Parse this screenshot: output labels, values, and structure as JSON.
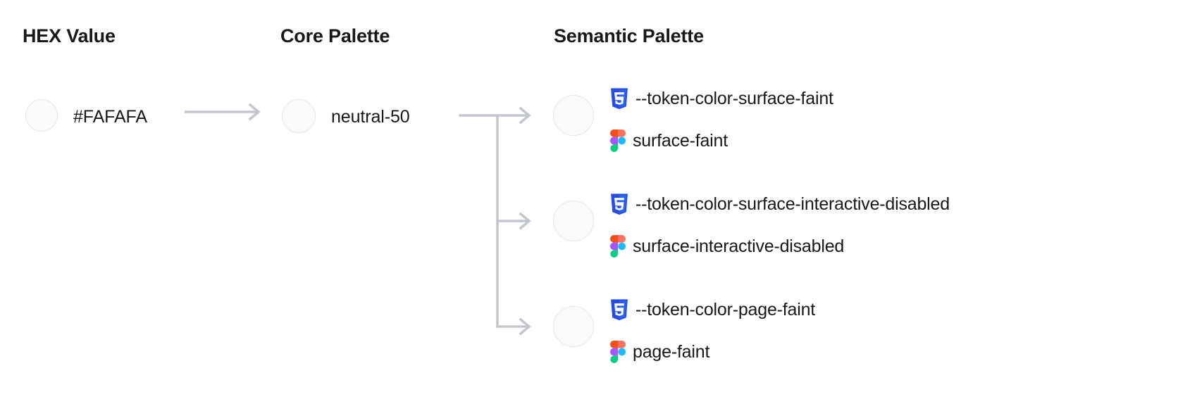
{
  "columns": [
    {
      "id": "hex",
      "title": "HEX Value"
    },
    {
      "id": "core",
      "title": "Core Palette"
    },
    {
      "id": "semantic",
      "title": "Semantic Palette"
    }
  ],
  "hex": {
    "value": "#FAFAFA",
    "swatch_color": "#FAFAFA"
  },
  "core": {
    "value": "neutral-50",
    "swatch_color": "#FAFAFA"
  },
  "semantic": {
    "swatch_color": "#FAFAFA",
    "items": [
      {
        "css_icon": "css3-icon",
        "css_token": "--token-color-surface-faint",
        "figma_icon": "figma-icon",
        "figma_token": "surface-faint"
      },
      {
        "css_icon": "css3-icon",
        "css_token": "--token-color-surface-interactive-disabled",
        "figma_icon": "figma-icon",
        "figma_token": "surface-interactive-disabled"
      },
      {
        "css_icon": "css3-icon",
        "css_token": "--token-color-page-faint",
        "figma_icon": "figma-icon",
        "figma_token": "page-faint"
      }
    ]
  },
  "colors": {
    "text": "#18181b",
    "swatch_fill": "#FAFAFA",
    "swatch_border": "#E6E6EA",
    "connector": "#C3C6CE",
    "css_blue": "#264DE4",
    "css_blue_light": "#2965F1",
    "figma_red": "#F24E1E",
    "figma_orange": "#FF7262",
    "figma_purple": "#A259FF",
    "figma_blue": "#1ABCFE",
    "figma_green": "#0ACF83"
  }
}
